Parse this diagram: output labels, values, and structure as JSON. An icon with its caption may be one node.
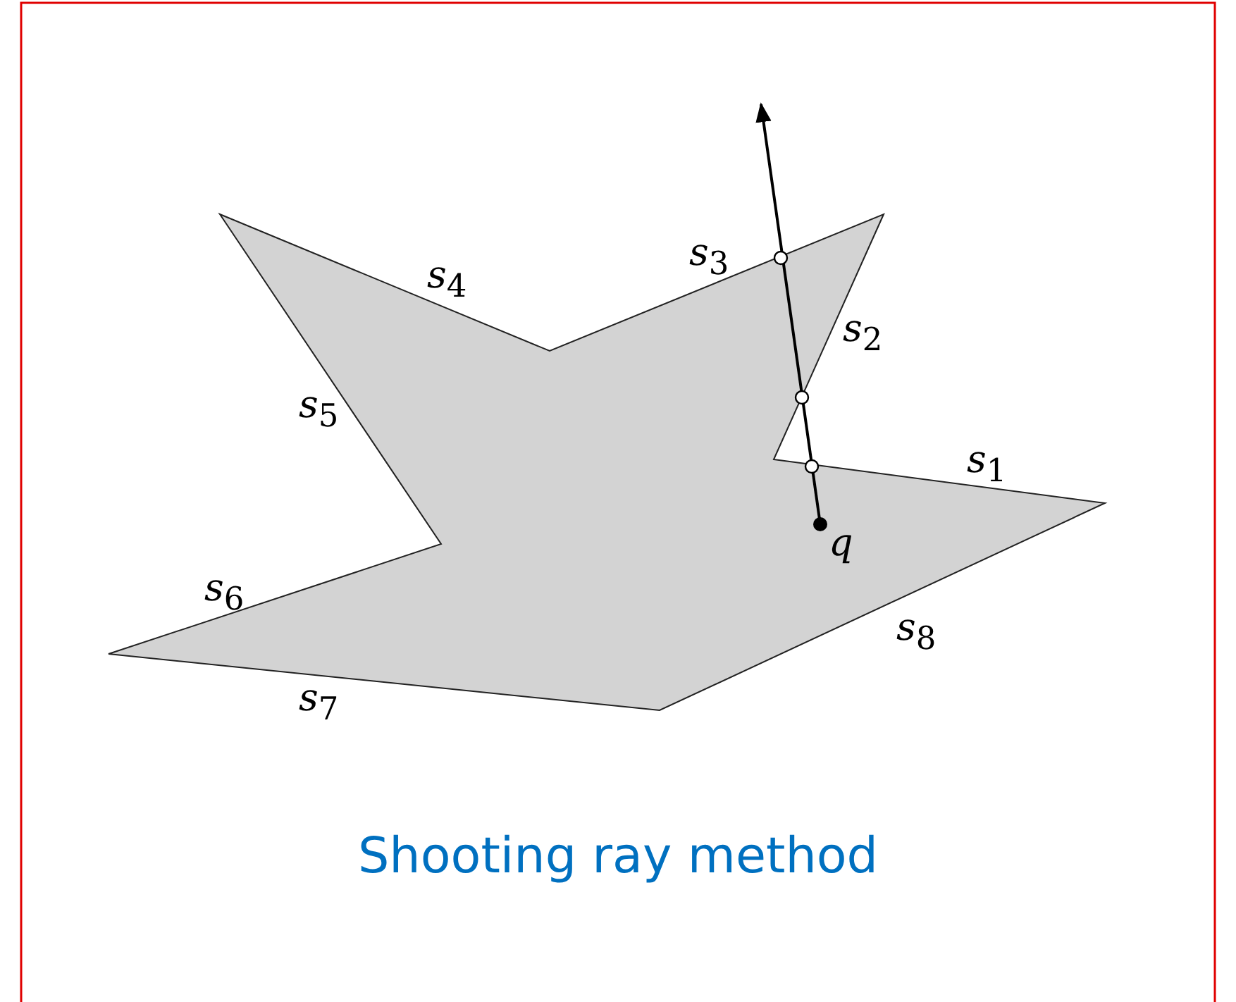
{
  "diagram": {
    "caption": "Shooting ray method",
    "labels": [
      "*s*$_{4}$",
      "*s*$_{3}$",
      "*s*$_{2}$",
      "*s*$_{5}$",
      "*s*$_{1}$",
      "*q*",
      "*s*$_{6}$",
      "*s*$_{8}$",
      "*s*$_{7}$"
    ]
  }
}
